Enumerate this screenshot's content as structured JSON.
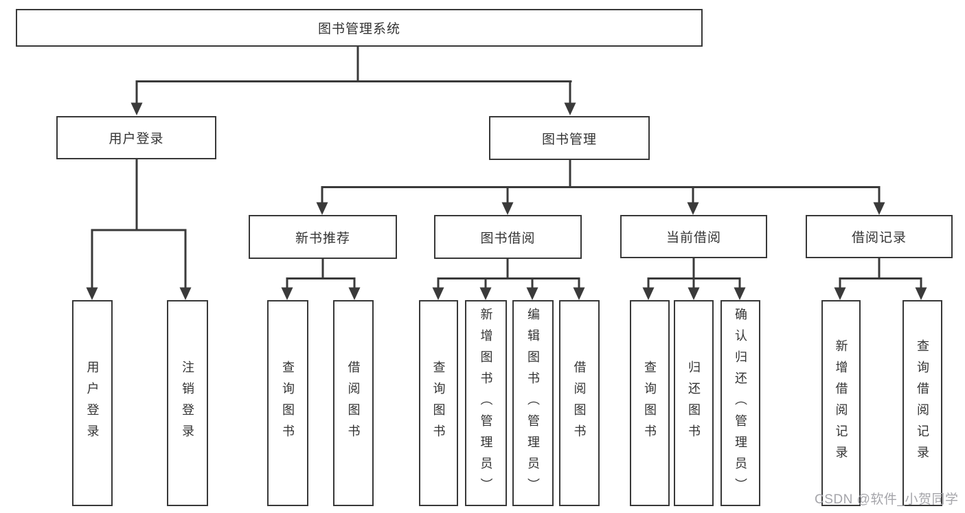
{
  "diagram": {
    "nodes": {
      "root": "图书管理系统",
      "user_login": "用户登录",
      "book_management": "图书管理",
      "new_book_recommend": "新书推荐",
      "book_borrow": "图书借阅",
      "current_borrow": "当前借阅",
      "borrow_records": "借阅记录",
      "leaf_user_login": "用户登录",
      "leaf_logout": "注销登录",
      "leaf_query_book_recommend": "查询图书",
      "leaf_borrow_book_recommend": "借阅图书",
      "leaf_query_book_borrow": "查询图书",
      "leaf_add_book_admin": "新增图书（管理员）",
      "leaf_edit_book_admin": "编辑图书（管理员）",
      "leaf_borrow_book_borrow": "借阅图书",
      "leaf_query_book_current": "查询图书",
      "leaf_return_book": "归还图书",
      "leaf_confirm_return_admin": "确认归还（管理员）",
      "leaf_add_borrow_record": "新增借阅记录",
      "leaf_query_borrow_record": "查询借阅记录"
    },
    "watermark": "CSDN @软件_小贺同学",
    "colors": {
      "line": "#3a3a3a",
      "text": "#333333",
      "watermark": "#a5a5aa",
      "background": "#ffffff"
    }
  }
}
